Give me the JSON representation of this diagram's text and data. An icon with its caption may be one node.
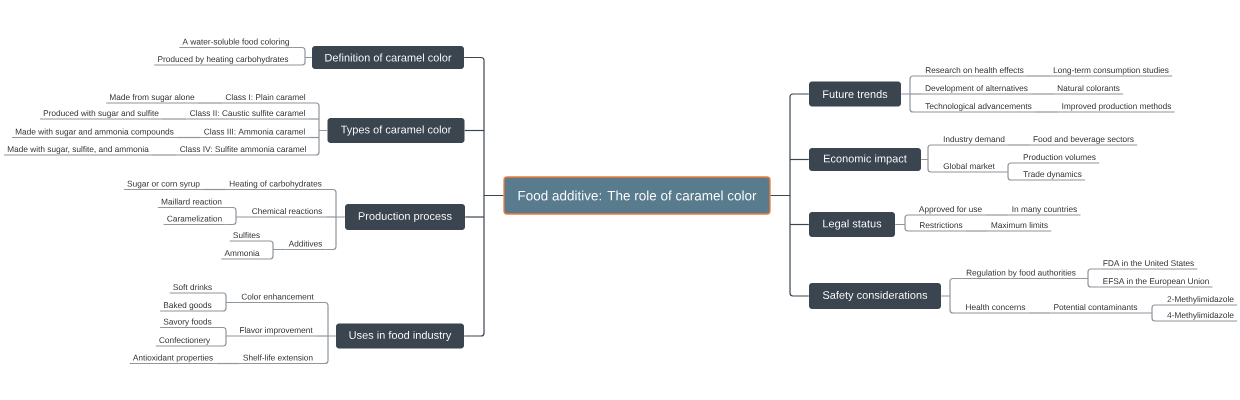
{
  "diagram": {
    "nodes": [
      {
        "text": [
          "Food additive: The role of caramel color"
        ]
      },
      {
        "text": [
          "Definition of caramel color"
        ]
      },
      {
        "text": [
          "A water-soluble food coloring"
        ]
      },
      {
        "text": [
          "Produced by heating carbohydrates"
        ]
      },
      {
        "text": [
          "Types of caramel color"
        ]
      },
      {
        "text": [
          "Class I: Plain caramel"
        ]
      },
      {
        "text": [
          "Made from sugar alone"
        ]
      },
      {
        "text": [
          "Class II: Caustic sulfite caramel"
        ]
      },
      {
        "text": [
          "Produced with sugar and sulfite"
        ]
      },
      {
        "text": [
          "Class III: Ammonia caramel"
        ]
      },
      {
        "text": [
          "Made with sugar and ammonia compounds"
        ]
      },
      {
        "text": [
          "Class IV: Sulfite ammonia caramel"
        ]
      },
      {
        "text": [
          "Made with sugar, sulfite, and ammonia"
        ]
      },
      {
        "text": [
          "Production process"
        ]
      },
      {
        "text": [
          "Heating of carbohydrates"
        ]
      },
      {
        "text": [
          "Sugar or corn syrup"
        ]
      },
      {
        "text": [
          "Chemical reactions"
        ]
      },
      {
        "text": [
          "Maillard reaction"
        ]
      },
      {
        "text": [
          "Caramelization"
        ]
      },
      {
        "text": [
          "Additives"
        ]
      },
      {
        "text": [
          "Sulfites"
        ]
      },
      {
        "text": [
          "Ammonia"
        ]
      },
      {
        "text": [
          "Uses in food industry"
        ]
      },
      {
        "text": [
          "Color enhancement"
        ]
      },
      {
        "text": [
          "Soft drinks"
        ]
      },
      {
        "text": [
          "Baked goods"
        ]
      },
      {
        "text": [
          "Flavor improvement"
        ]
      },
      {
        "text": [
          "Savory foods"
        ]
      },
      {
        "text": [
          "Confectionery"
        ]
      },
      {
        "text": [
          "Shelf-life extension"
        ]
      },
      {
        "text": [
          "Antioxidant properties"
        ]
      },
      {
        "text": [
          "Future trends"
        ]
      },
      {
        "text": [
          "Research on health effects"
        ]
      },
      {
        "text": [
          "Long-term consumption studies"
        ]
      },
      {
        "text": [
          "Development of alternatives"
        ]
      },
      {
        "text": [
          "Natural colorants"
        ]
      },
      {
        "text": [
          "Technological advancements"
        ]
      },
      {
        "text": [
          "Improved production methods"
        ]
      },
      {
        "text": [
          "Economic impact"
        ]
      },
      {
        "text": [
          "Industry demand"
        ]
      },
      {
        "text": [
          "Food and beverage sectors"
        ]
      },
      {
        "text": [
          "Global market"
        ]
      },
      {
        "text": [
          "Production volumes"
        ]
      },
      {
        "text": [
          "Trade dynamics"
        ]
      },
      {
        "text": [
          "Legal status"
        ]
      },
      {
        "text": [
          "Approved for use"
        ]
      },
      {
        "text": [
          "In many countries"
        ]
      },
      {
        "text": [
          "Restrictions"
        ]
      },
      {
        "text": [
          "Maximum limits"
        ]
      },
      {
        "text": [
          "Safety considerations"
        ]
      },
      {
        "text": [
          "Regulation by food authorities"
        ]
      },
      {
        "text": [
          "FDA in the United States"
        ]
      },
      {
        "text": [
          "EFSA in the European Union"
        ]
      },
      {
        "text": [
          "Health concerns"
        ]
      },
      {
        "text": [
          "Potential contaminants"
        ]
      },
      {
        "text": [
          "2-Methylimidazole"
        ]
      },
      {
        "text": [
          "4-Methylimidazole"
        ]
      }
    ],
    "edges": [
      {
        "from": 0,
        "to": 1,
        "arrow": "none",
        "color": "#3b4650"
      },
      {
        "from": 1,
        "to": 2,
        "arrow": "none"
      },
      {
        "from": 1,
        "to": 3,
        "arrow": "none"
      },
      {
        "from": 0,
        "to": 4,
        "arrow": "none",
        "color": "#3b4650"
      },
      {
        "from": 4,
        "to": 5,
        "arrow": "none"
      },
      {
        "from": 5,
        "to": 6,
        "arrow": "none"
      },
      {
        "from": 4,
        "to": 7,
        "arrow": "none"
      },
      {
        "from": 7,
        "to": 8,
        "arrow": "none"
      },
      {
        "from": 4,
        "to": 9,
        "arrow": "none"
      },
      {
        "from": 9,
        "to": 10,
        "arrow": "none"
      },
      {
        "from": 4,
        "to": 11,
        "arrow": "none"
      },
      {
        "from": 11,
        "to": 12,
        "arrow": "none"
      },
      {
        "from": 0,
        "to": 13,
        "arrow": "none",
        "color": "#3b4650"
      },
      {
        "from": 13,
        "to": 14,
        "arrow": "none"
      },
      {
        "from": 14,
        "to": 15,
        "arrow": "none"
      },
      {
        "from": 13,
        "to": 16,
        "arrow": "none"
      },
      {
        "from": 16,
        "to": 17,
        "arrow": "none"
      },
      {
        "from": 16,
        "to": 18,
        "arrow": "none"
      },
      {
        "from": 13,
        "to": 19,
        "arrow": "none"
      },
      {
        "from": 19,
        "to": 20,
        "arrow": "none"
      },
      {
        "from": 19,
        "to": 21,
        "arrow": "none"
      },
      {
        "from": 0,
        "to": 22,
        "arrow": "none",
        "color": "#3b4650"
      },
      {
        "from": 22,
        "to": 23,
        "arrow": "none"
      },
      {
        "from": 23,
        "to": 24,
        "arrow": "none"
      },
      {
        "from": 23,
        "to": 25,
        "arrow": "none"
      },
      {
        "from": 22,
        "to": 26,
        "arrow": "none"
      },
      {
        "from": 26,
        "to": 27,
        "arrow": "none"
      },
      {
        "from": 26,
        "to": 28,
        "arrow": "none"
      },
      {
        "from": 22,
        "to": 29,
        "arrow": "none"
      },
      {
        "from": 29,
        "to": 30,
        "arrow": "none"
      },
      {
        "from": 0,
        "to": 31,
        "arrow": "none",
        "color": "#3b4650"
      },
      {
        "from": 31,
        "to": 32,
        "arrow": "none"
      },
      {
        "from": 32,
        "to": 33,
        "arrow": "none"
      },
      {
        "from": 31,
        "to": 34,
        "arrow": "none"
      },
      {
        "from": 34,
        "to": 35,
        "arrow": "none"
      },
      {
        "from": 31,
        "to": 36,
        "arrow": "none"
      },
      {
        "from": 36,
        "to": 37,
        "arrow": "none"
      },
      {
        "from": 0,
        "to": 38,
        "arrow": "none",
        "color": "#3b4650"
      },
      {
        "from": 38,
        "to": 39,
        "arrow": "none"
      },
      {
        "from": 39,
        "to": 40,
        "arrow": "none"
      },
      {
        "from": 38,
        "to": 41,
        "arrow": "none"
      },
      {
        "from": 41,
        "to": 42,
        "arrow": "none"
      },
      {
        "from": 41,
        "to": 43,
        "arrow": "none"
      },
      {
        "from": 0,
        "to": 44,
        "arrow": "none",
        "color": "#3b4650"
      },
      {
        "from": 44,
        "to": 45,
        "arrow": "none"
      },
      {
        "from": 45,
        "to": 46,
        "arrow": "none"
      },
      {
        "from": 44,
        "to": 47,
        "arrow": "none"
      },
      {
        "from": 47,
        "to": 48,
        "arrow": "none"
      },
      {
        "from": 0,
        "to": 49,
        "arrow": "none",
        "color": "#3b4650"
      },
      {
        "from": 49,
        "to": 50,
        "arrow": "none"
      },
      {
        "from": 50,
        "to": 51,
        "arrow": "none"
      },
      {
        "from": 50,
        "to": 52,
        "arrow": "none"
      },
      {
        "from": 49,
        "to": 53,
        "arrow": "none"
      },
      {
        "from": 53,
        "to": 54,
        "arrow": "none"
      },
      {
        "from": 54,
        "to": 55,
        "arrow": "none"
      },
      {
        "from": 54,
        "to": 56,
        "arrow": "none"
      }
    ]
  }
}
